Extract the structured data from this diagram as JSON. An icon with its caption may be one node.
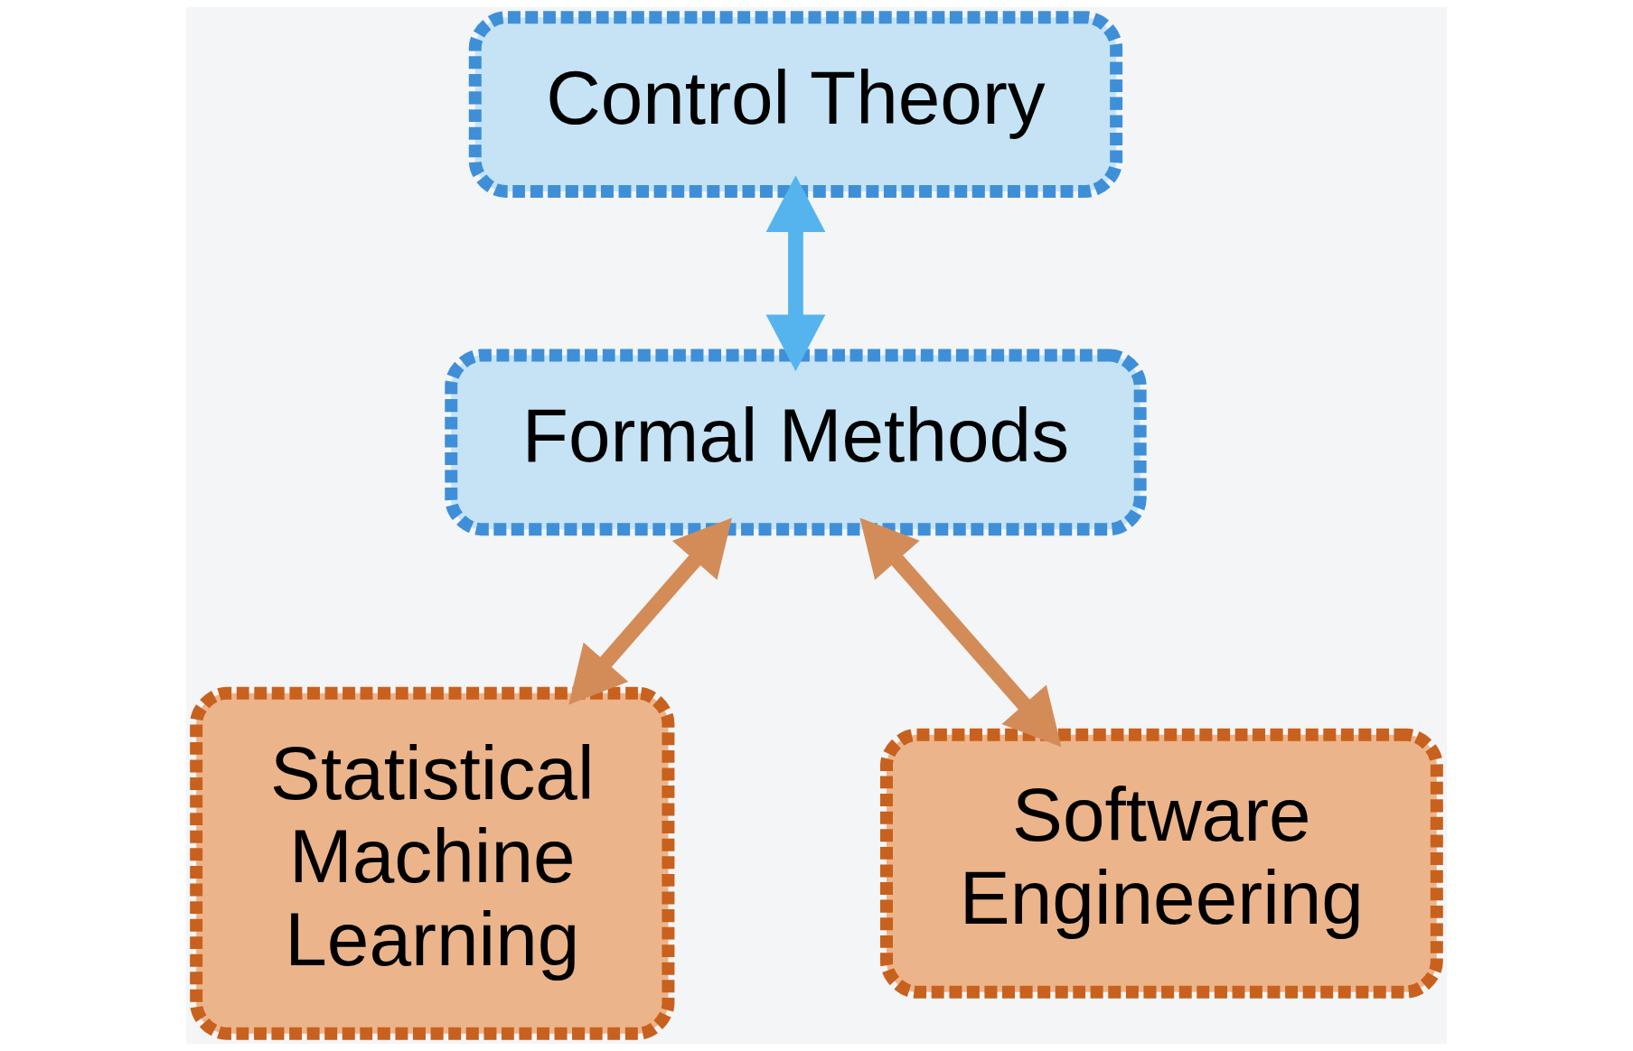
{
  "diagram": {
    "nodes": [
      {
        "text": [
          "Control Theory"
        ]
      },
      {
        "text": [
          "Formal Methods"
        ]
      },
      {
        "text": [
          "Statistical Machine Learning"
        ]
      },
      {
        "text": [
          "Software Engineering"
        ]
      }
    ],
    "edges": [
      {
        "from": 0,
        "to": 1,
        "arrow": "both",
        "color": "#55b4ee"
      },
      {
        "from": 1,
        "to": 2,
        "arrow": "both"
      },
      {
        "from": 1,
        "to": 3,
        "arrow": "both"
      }
    ]
  }
}
